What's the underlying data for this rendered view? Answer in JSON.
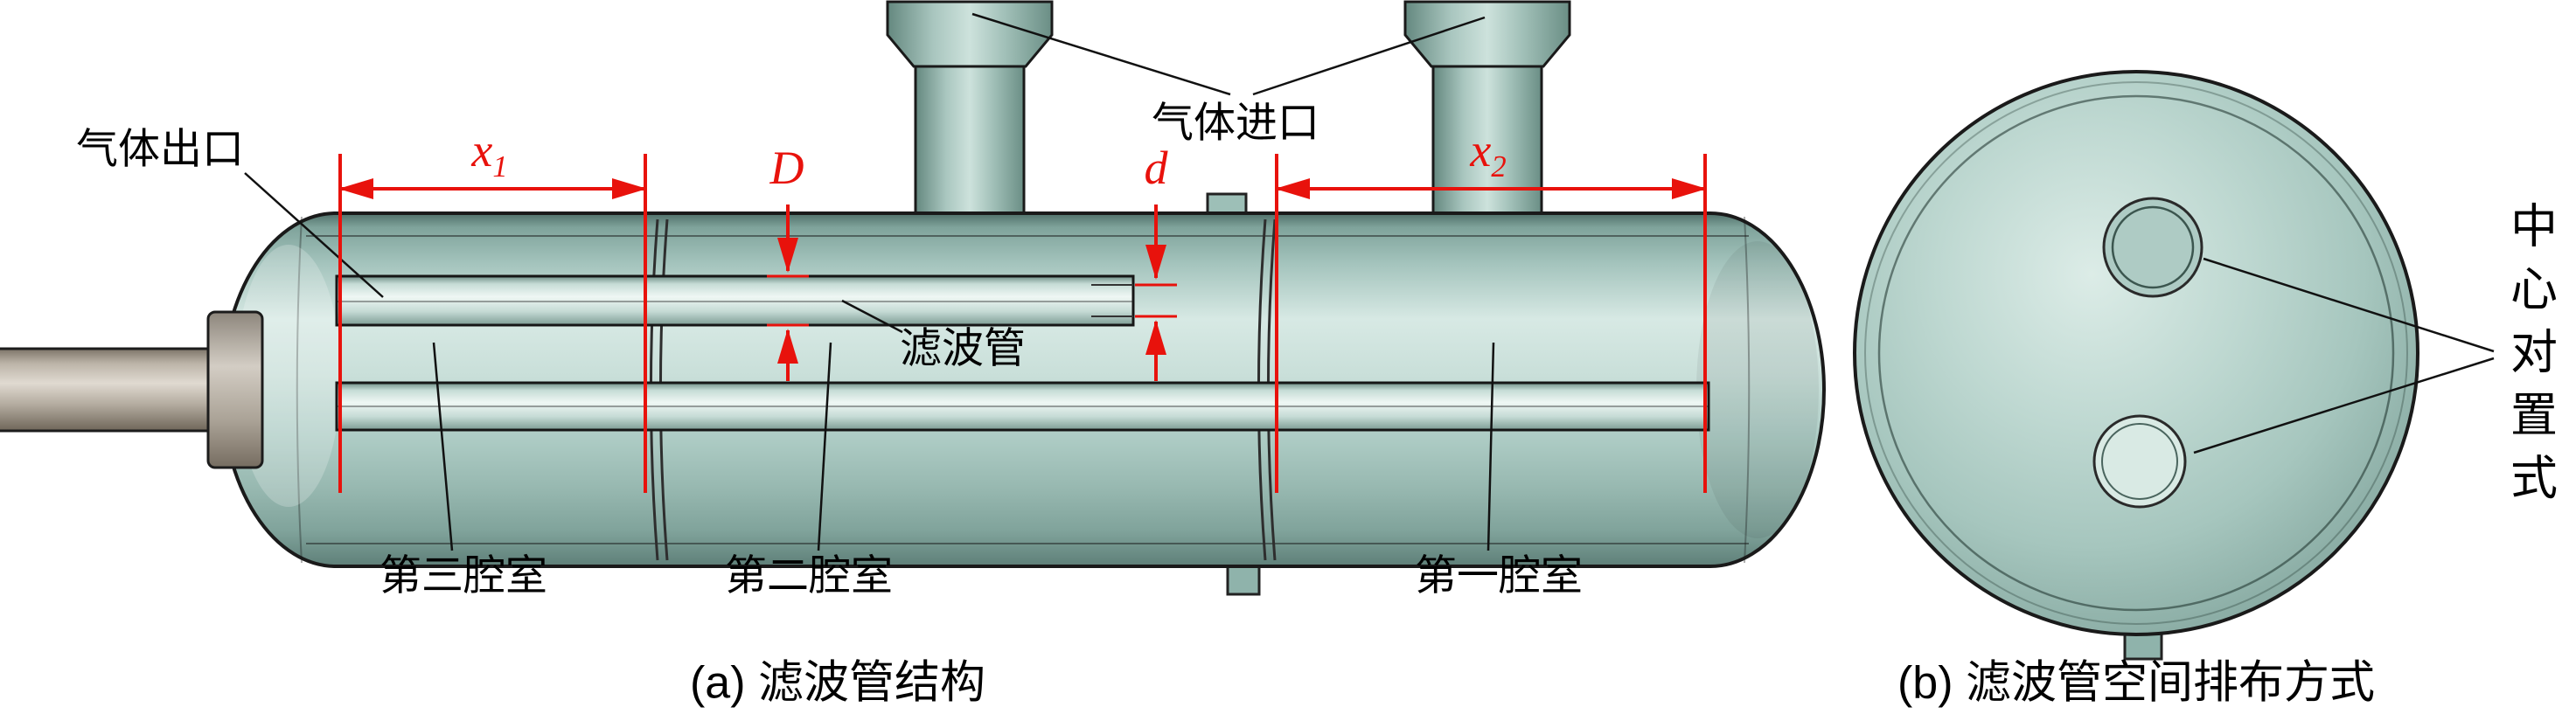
{
  "panel_a": {
    "caption": "(a) 滤波管结构",
    "labels": {
      "gas_outlet": "气体出口",
      "gas_inlet": "气体进口",
      "filter_tube": "滤波管",
      "chamber_third": "第三腔室",
      "chamber_second": "第二腔室",
      "chamber_first": "第一腔室"
    },
    "dimensions": {
      "x1_symbol": "x",
      "x1_sub": "1",
      "x2_symbol": "x",
      "x2_sub": "2",
      "outer_diameter": "D",
      "inner_diameter": "d"
    }
  },
  "panel_b": {
    "caption": "(b) 滤波管空间排布方式",
    "labels": {
      "arrangement": "中心对置式"
    }
  },
  "colors": {
    "dimension_red": "#e8120c",
    "vessel_green": "#a9c9c2",
    "outline_black": "#1a1a1a",
    "background": "#ffffff"
  }
}
